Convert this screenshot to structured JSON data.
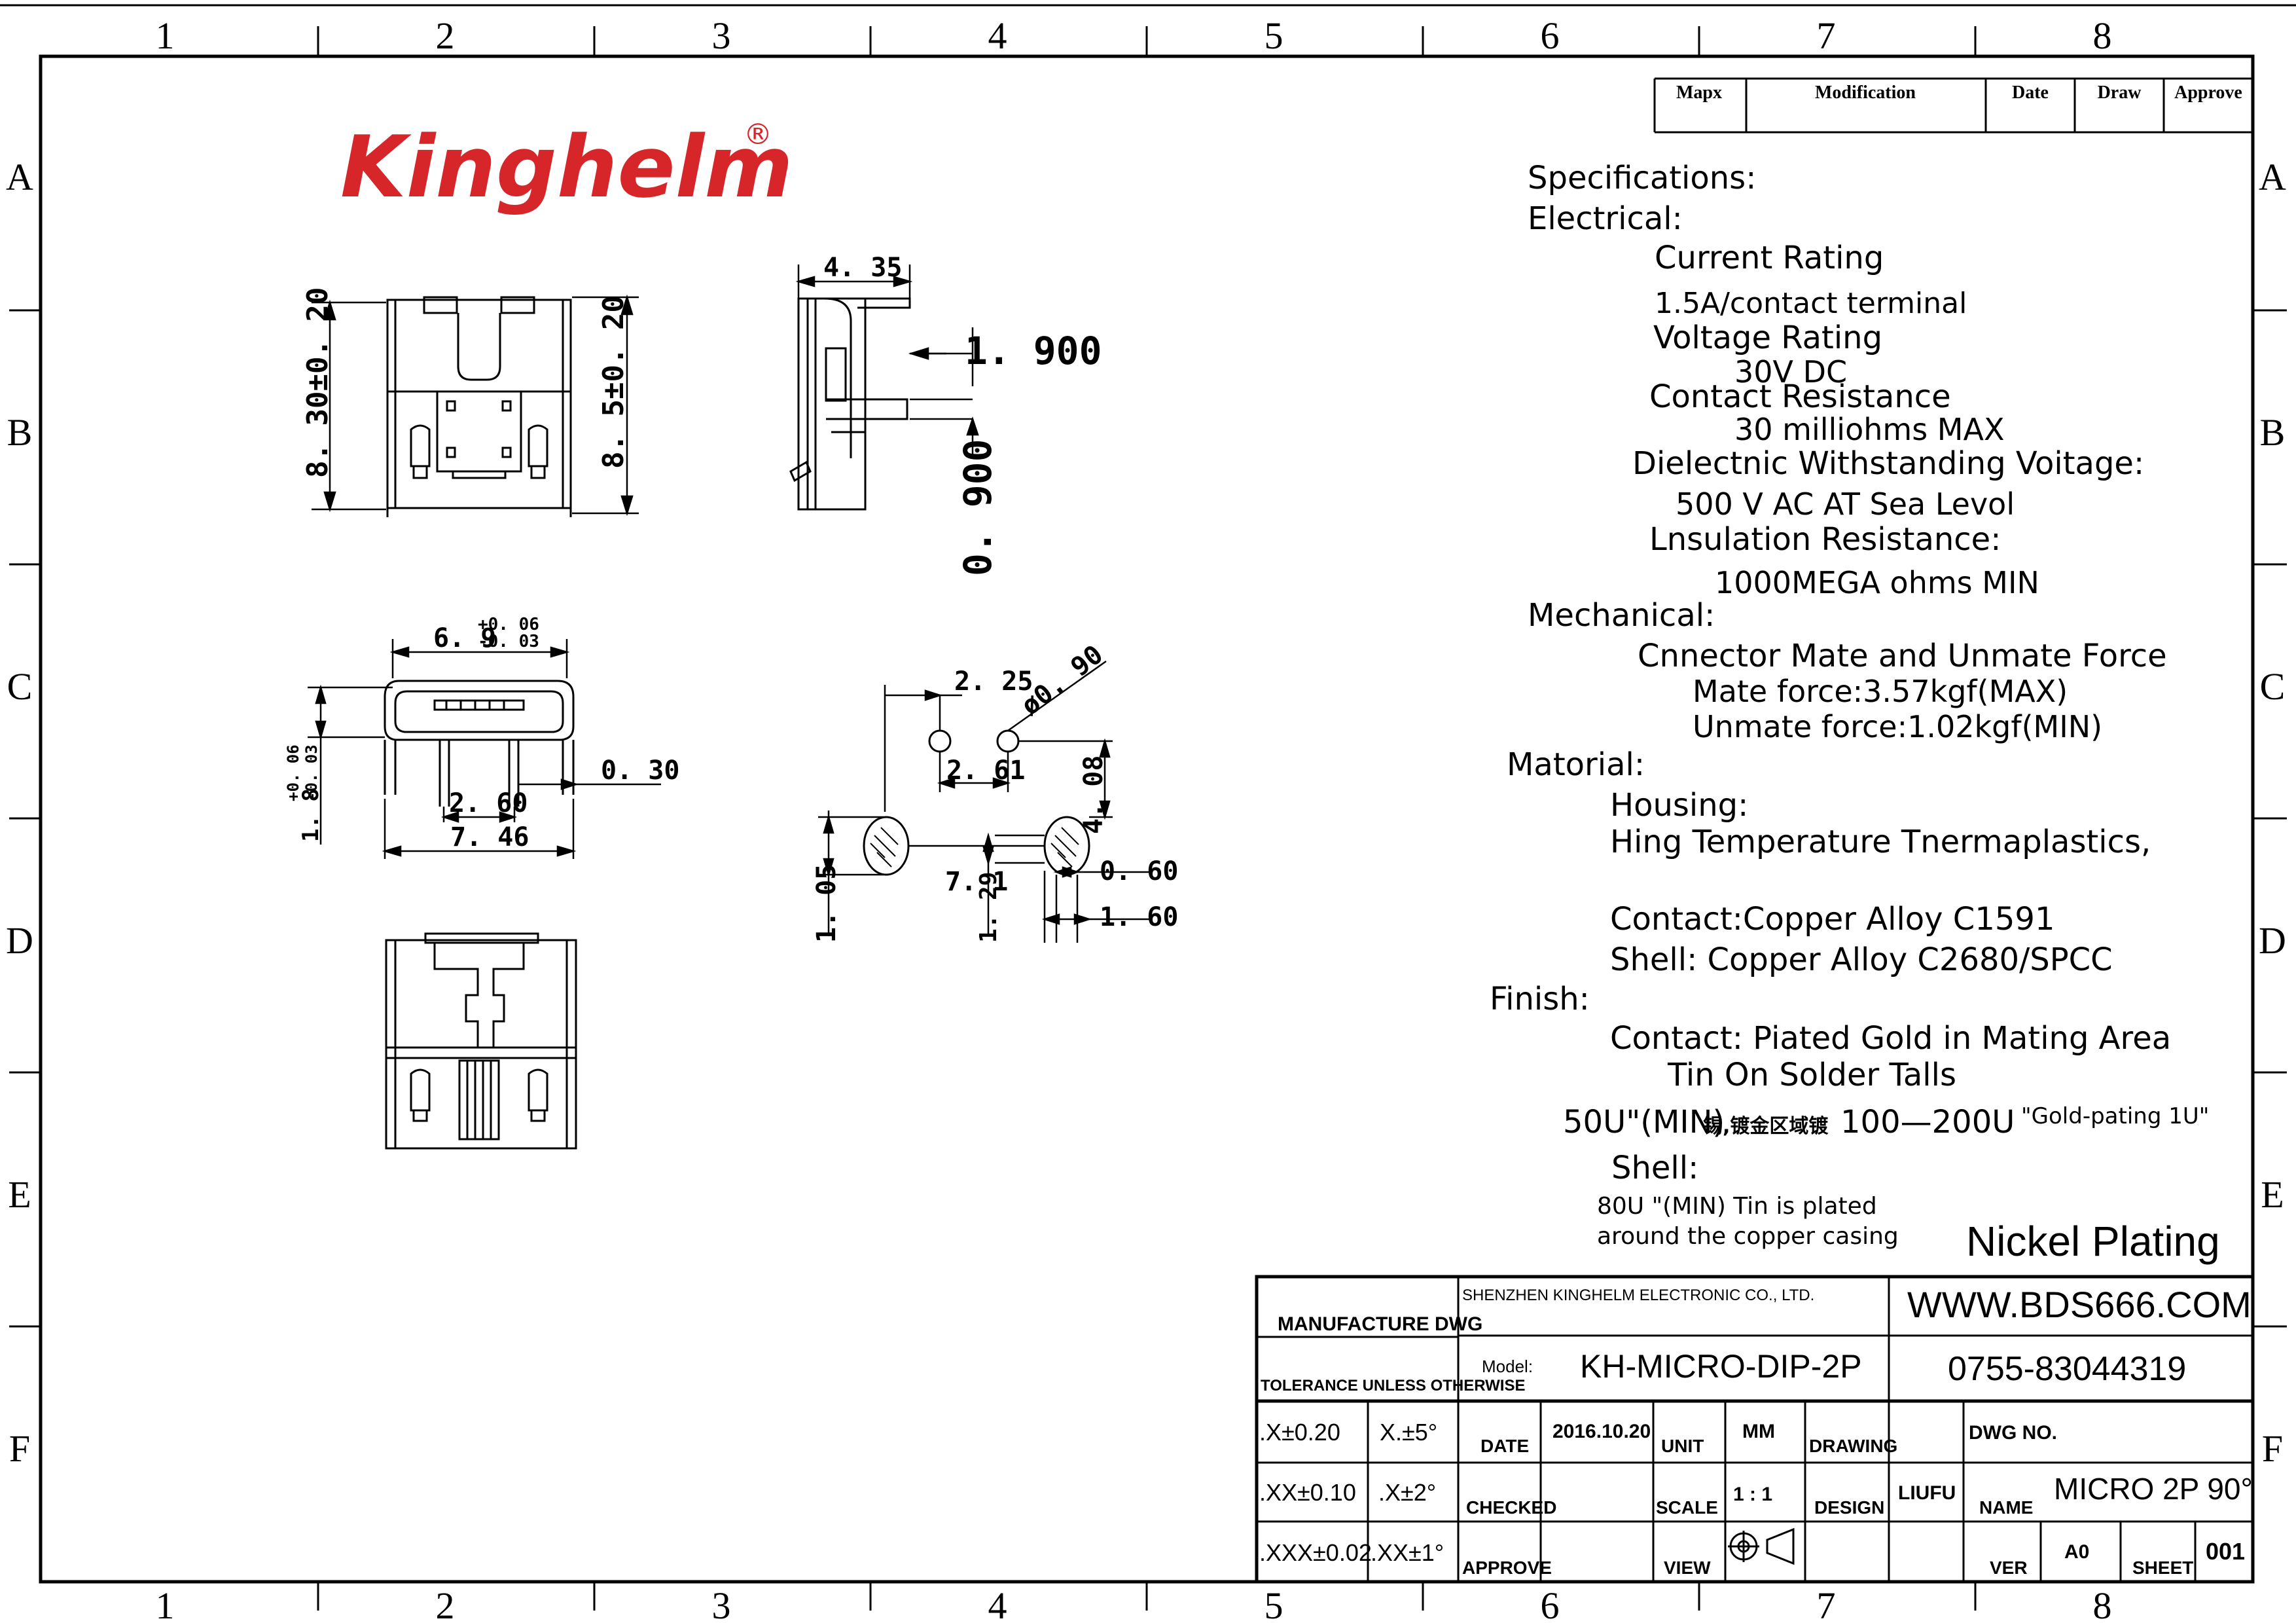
{
  "frame": {
    "columns": [
      "1",
      "2",
      "3",
      "4",
      "5",
      "6",
      "7",
      "8"
    ],
    "rows": [
      "A",
      "B",
      "C",
      "D",
      "E",
      "F"
    ]
  },
  "logo": {
    "text": "Kinghelm",
    "mark": "®",
    "color": "#d6262a"
  },
  "revision_table": {
    "headers": [
      "Mapx",
      "Modification",
      "Date",
      "Draw",
      "Approve"
    ]
  },
  "dims": {
    "front_height_left": "8. 30±0. 20",
    "front_height_right": "8. 5±0. 20",
    "side_width": "4. 35",
    "side_offset": "1. 900",
    "side_pin": "0. 900",
    "face_width_main": "6. 9",
    "face_width_tol_up": "+0. 06",
    "face_width_tol_dn": "-0. 03",
    "face_height_main": "1. 8",
    "face_height_tol_up": "+0. 06",
    "face_height_tol_dn": "-0. 03",
    "face_pin_pitch": "2. 60",
    "face_total_width": "7. 46",
    "face_pin_thk": "0. 30",
    "pcb_hole_dia": "ø0. 90",
    "pcb_hole_x": "2. 25",
    "pcb_hole_pitch": "2. 61",
    "pcb_height": "4. 08",
    "pcb_slot_w": "0. 60",
    "pcb_slot_span": "1. 60",
    "pcb_slot_spacing": "7. 1",
    "pcb_slot_h_left": "1. 05",
    "pcb_slot_h_right": "1. 29"
  },
  "specs": {
    "title": "Specifications:",
    "electrical": "Electrical:",
    "current_rating": "Current  Rating",
    "current_value": "1.5A/contact  terminal",
    "voltage_rating": "Voltage  Rating",
    "voltage_value": "30V  DC",
    "contact_resistance": "Contact  Resistance",
    "contact_resistance_value": "30  milliohms  MAX",
    "dielectric": "Dielectnic  Withstanding  Voitage:",
    "dielectric_value": "500  V  AC  AT  Sea  Levol",
    "insulation": "Lnsulation  Resistance:",
    "insulation_value": "1000MEGA  ohms  MIN",
    "mechanical": "Mechanical:",
    "mate_force": "Cnnector  Mate  and  Unmate  Force",
    "mate_value": "Mate  force:3.57kgf(MAX)",
    "unmate_value": "Unmate  force:1.02kgf(MIN)",
    "material": "Matorial:",
    "housing": "Housing:",
    "housing_value": "Hing  Temperature    Tnermaplastics,",
    "contact_material": "Contact:Copper  Alloy  C1591",
    "shell_material": "Shell:  Copper  Alloy  C2680/SPCC",
    "finish": "Finish:",
    "finish_contact": "Contact:  Piated  Gold  in  Mating  Area",
    "finish_tin": "Tin  On  Solder  Talls",
    "finish_gold_a": "50U\"(MIN)",
    "finish_gold_b": "锡,镀金区域镀",
    "finish_gold_c": "100—200U",
    "finish_gold_d": "\"Gold-pating 1U\"",
    "shell": "Shell:",
    "shell_note_1": "80U \"(MIN) Tin is plated",
    "shell_note_2": "around the copper casing",
    "nickel": "Nickel  Plating"
  },
  "title_block": {
    "manufacture_dwg": "MANUFACTURE  DWG",
    "tolerance": "TOLERANCE  UNLESS  OTHERWISE",
    "company": "SHENZHEN KINGHELM ELECTRONIC CO., LTD.",
    "website": "WWW.BDS666.COM",
    "model_label": "Model:",
    "model_value": "KH-MICRO-DIP-2P",
    "phone": "0755-83044319",
    "tol_x": ".X±0.20",
    "tol_xx": ".XX±0.10",
    "tol_xxx": ".XXX±0.02",
    "ang_x": "X.±5°",
    "ang_xx": ".X±2°",
    "ang_xxx": ".XX±1°",
    "date_label": "DATE",
    "date_value": "2016.10.20",
    "unit_label": "UNIT",
    "unit_value": "MM",
    "drawing_label": "DRAWING",
    "dwg_no_label": "DWG  NO.",
    "checked_label": "CHECKED",
    "scale_label": "SCALE",
    "scale_value": "1 : 1",
    "design_label": "DESIGN",
    "design_value": "LIUFU",
    "name_label": "NAME",
    "name_value": "MICRO  2P  90°",
    "approve_label": "APPROVE",
    "view_label": "VIEW",
    "ver_label": "VER",
    "ver_value": "A0",
    "sheet_label": "SHEET",
    "sheet_value": "001"
  }
}
